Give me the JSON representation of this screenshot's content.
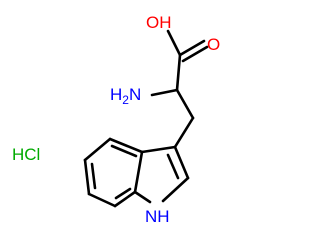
{
  "molecule": {
    "atoms": {
      "hydroxyl": "OH",
      "carbonyl_oxygen": "O",
      "amino": "H2N",
      "indole_nh": "NH"
    },
    "salt": "HCl",
    "colors": {
      "carbon_bonds": "#000000",
      "oxygen": "#ff0000",
      "nitrogen": "#0000ff",
      "chlorine": "#00aa00"
    }
  }
}
